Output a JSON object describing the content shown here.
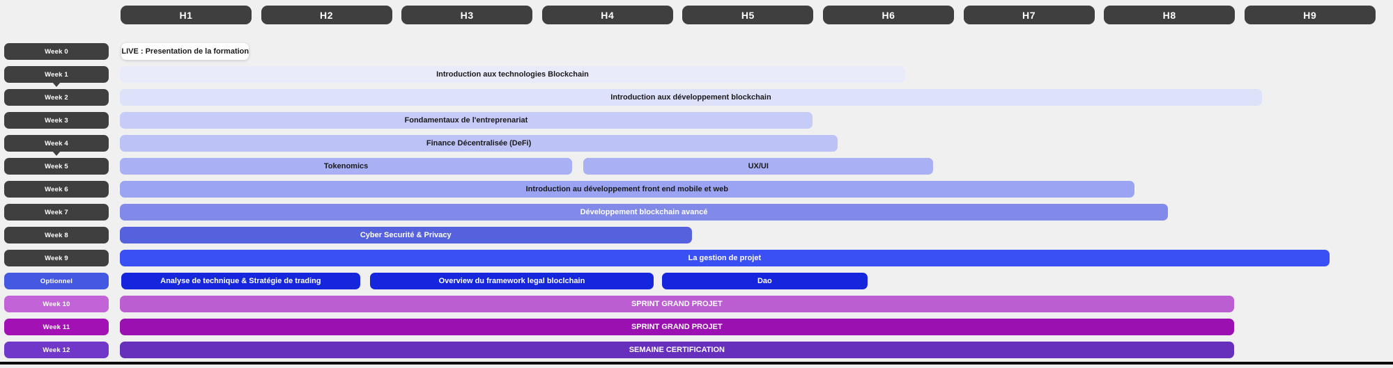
{
  "app": {
    "background": "#f0f0f1",
    "bottom_line_color": "#0d0d0d",
    "header_pill_bg": "#3f3f3f",
    "header_text_color": "#ffffff"
  },
  "chart_data": {
    "type": "bar",
    "variant": "gantt-timeline",
    "x_axis": {
      "label": "",
      "ticks": [
        "H1",
        "H2",
        "H3",
        "H4",
        "H5",
        "H6",
        "H7",
        "H8",
        "H9"
      ],
      "unit_range": [
        0,
        9
      ],
      "grid": false
    },
    "y_axis_label": "",
    "legend_position": "none",
    "rows": [
      {
        "category": "Week 0",
        "label_bg": "#3f3f3f",
        "label_color": "#ffffff",
        "arrow_below": false,
        "bars": [
          {
            "label": "LIVE : Presentation de la formation",
            "start": 0.01,
            "end": 0.92,
            "bg": "#ffffff",
            "color": "#1a1a1a",
            "shadow": true
          }
        ]
      },
      {
        "category": "Week 1",
        "label_bg": "#3f3f3f",
        "label_color": "#ffffff",
        "arrow_below": true,
        "bars": [
          {
            "label": "Introduction aux technologies Blockchain",
            "start": 0,
            "end": 5.59,
            "bg": "#eaebfa",
            "color": "#1a1a1a",
            "shadow": false
          }
        ]
      },
      {
        "category": "Week 2",
        "label_bg": "#3f3f3f",
        "label_color": "#ffffff",
        "arrow_below": false,
        "bars": [
          {
            "label": "Introduction aux développement blockchain",
            "start": 0,
            "end": 8.13,
            "bg": "#dee1fa",
            "color": "#1a1a1a",
            "shadow": false
          }
        ]
      },
      {
        "category": "Week 3",
        "label_bg": "#3f3f3f",
        "label_color": "#ffffff",
        "arrow_below": false,
        "bars": [
          {
            "label": "Fondamentaux de l'entreprenariat",
            "start": 0,
            "end": 4.93,
            "bg": "#c7cbf7",
            "color": "#1a1a1a",
            "shadow": false
          }
        ]
      },
      {
        "category": "Week 4",
        "label_bg": "#3f3f3f",
        "label_color": "#ffffff",
        "arrow_below": true,
        "bars": [
          {
            "label": "Finance Décentralisée (DeFi)",
            "start": 0,
            "end": 5.11,
            "bg": "#bcc2f6",
            "color": "#1a1a1a",
            "shadow": false
          }
        ]
      },
      {
        "category": "Week 5",
        "label_bg": "#3f3f3f",
        "label_color": "#ffffff",
        "arrow_below": false,
        "bars": [
          {
            "label": "Tokenomics",
            "start": 0,
            "end": 3.22,
            "bg": "#a9b1f4",
            "color": "#1a1a1a",
            "shadow": false
          },
          {
            "label": "UX/UI",
            "start": 3.3,
            "end": 5.79,
            "bg": "#a9b1f4",
            "color": "#1a1a1a",
            "shadow": false
          }
        ]
      },
      {
        "category": "Week 6",
        "label_bg": "#3f3f3f",
        "label_color": "#ffffff",
        "arrow_below": false,
        "bars": [
          {
            "label": "Introduction au développement front end mobile et web",
            "start": 0,
            "end": 7.22,
            "bg": "#9aa4f3",
            "color": "#1a1a1a",
            "shadow": false
          }
        ]
      },
      {
        "category": "Week 7",
        "label_bg": "#3f3f3f",
        "label_color": "#ffffff",
        "arrow_below": false,
        "bars": [
          {
            "label": "Développement blockchain avancé",
            "start": 0,
            "end": 7.46,
            "bg": "#828ae9",
            "color": "#ffffff",
            "shadow": false
          }
        ]
      },
      {
        "category": "Week 8",
        "label_bg": "#3f3f3f",
        "label_color": "#ffffff",
        "arrow_below": false,
        "bars": [
          {
            "label": "Cyber Securité & Privacy",
            "start": 0,
            "end": 4.07,
            "bg": "#5561dd",
            "color": "#ffffff",
            "shadow": false
          }
        ]
      },
      {
        "category": "Week 9",
        "label_bg": "#3f3f3f",
        "label_color": "#ffffff",
        "arrow_below": false,
        "bars": [
          {
            "label": "La gestion de projet",
            "start": 0,
            "end": 8.61,
            "bg": "#3b50f4",
            "color": "#ffffff",
            "shadow": false
          }
        ]
      },
      {
        "category": "Optionnel",
        "label_bg": "#4558e2",
        "label_color": "#ffffff",
        "arrow_below": false,
        "bars": [
          {
            "label": "Analyse de technique & Stratégie de trading",
            "start": 0.01,
            "end": 1.71,
            "bg": "#1526dd",
            "color": "#ffffff",
            "shadow": false
          },
          {
            "label": "Overview du framework legal bloclchain",
            "start": 1.78,
            "end": 3.8,
            "bg": "#1526dd",
            "color": "#ffffff",
            "shadow": false
          },
          {
            "label": "Dao",
            "start": 3.86,
            "end": 5.32,
            "bg": "#1526dd",
            "color": "#ffffff",
            "shadow": false
          }
        ]
      },
      {
        "category": "Week 10",
        "label_bg": "#c263d8",
        "label_color": "#ffffff",
        "arrow_below": false,
        "bars": [
          {
            "label": "SPRINT GRAND PROJET",
            "start": 0,
            "end": 7.93,
            "bg": "#bb5ed2",
            "color": "#ffffff",
            "shadow": false
          }
        ]
      },
      {
        "category": "Week 11",
        "label_bg": "#a111b4",
        "label_color": "#ffffff",
        "arrow_below": false,
        "bars": [
          {
            "label": "SPRINT GRAND PROJET",
            "start": 0,
            "end": 7.93,
            "bg": "#9b10b0",
            "color": "#ffffff",
            "shadow": false
          }
        ]
      },
      {
        "category": "Week 12",
        "label_bg": "#7137c9",
        "label_color": "#ffffff",
        "arrow_below": false,
        "bars": [
          {
            "label": "SEMAINE CERTIFICATION",
            "start": 0,
            "end": 7.93,
            "bg": "#6630bd",
            "color": "#ffffff",
            "shadow": false
          }
        ]
      }
    ]
  }
}
